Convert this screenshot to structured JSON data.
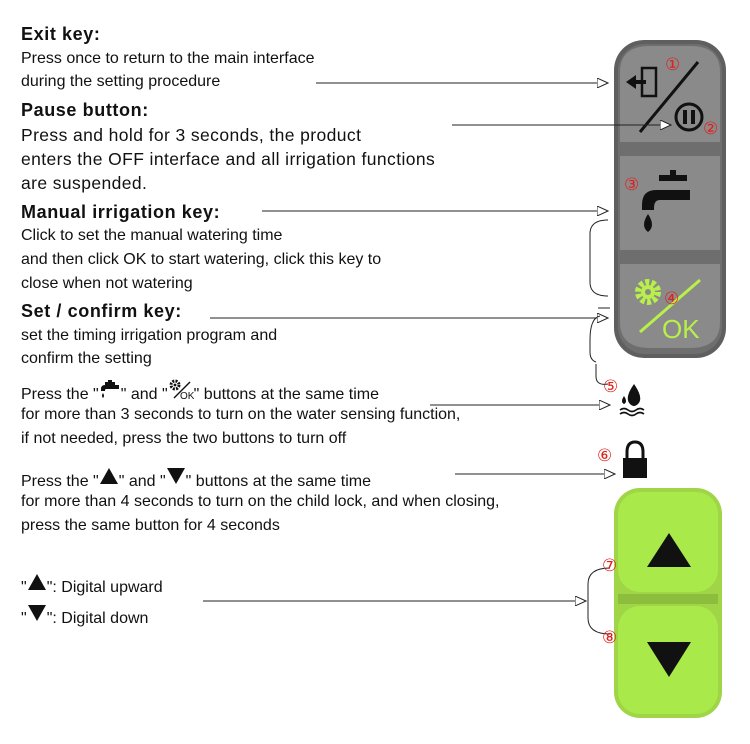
{
  "exit": {
    "title": "Exit key:",
    "lines": [
      "Press once to return to the main interface",
      "during the setting procedure"
    ]
  },
  "pause": {
    "title": "Pause button:",
    "lines": [
      "Press and hold for 3 seconds, the product",
      "enters the OFF interface and all irrigation functions",
      "are suspended."
    ]
  },
  "manual": {
    "title": "Manual irrigation key:",
    "lines": [
      "Click to set the manual watering time",
      "and then click OK to start watering, click this key to",
      "close when not watering"
    ]
  },
  "setkey": {
    "title": "Set / confirm key:",
    "lines": [
      "set the timing irrigation program and",
      "confirm the setting"
    ]
  },
  "water_sensing": {
    "prefix": "Press the \"",
    "mid": "\" and \"",
    "suffix": "\" buttons at the same time",
    "lines": [
      "for more than 3 seconds to turn on the water sensing function,",
      "if not needed, press the two buttons to turn off"
    ]
  },
  "child_lock": {
    "prefix": "Press the \"",
    "mid": "\" and \"",
    "suffix": "\" buttons at the same time",
    "lines": [
      "for more than 4 seconds to turn on the child lock, and when closing,",
      "press the same button for 4 seconds"
    ]
  },
  "digits": {
    "up_label": "\": Digital upward",
    "down_label": "\": Digital down",
    "quote": "\""
  },
  "keypad": {
    "ok_label": "OK",
    "badges": [
      "①",
      "②",
      "③",
      "④",
      "⑤",
      "⑥",
      "⑦",
      "⑧"
    ]
  },
  "colors": {
    "gray_panel": "#6e6e6e",
    "gray_button": "#8c8c8c",
    "green_panel": "#a9e94a",
    "badge_red": "#e0201c",
    "ok_green": "#b8ef4a"
  }
}
